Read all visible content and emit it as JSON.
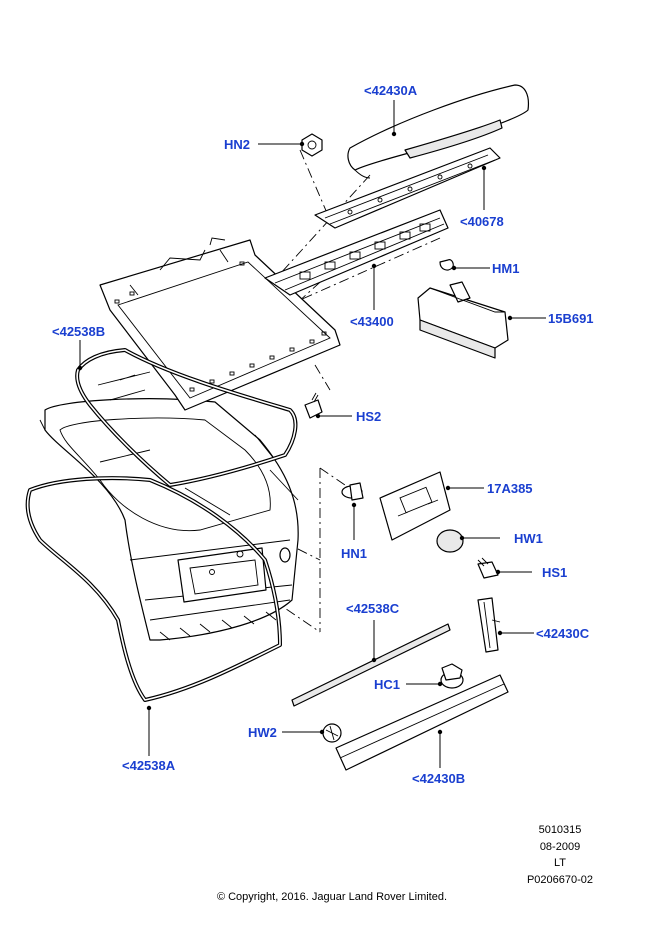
{
  "labels": {
    "l42430A": "<42430A",
    "lHN2": "HN2",
    "l40678": "<40678",
    "lHM1": "HM1",
    "l43400": "<43400",
    "l15B691": "15B691",
    "l42538B": "<42538B",
    "lHS2": "HS2",
    "l17A385": "17A385",
    "lHN1": "HN1",
    "lHW1": "HW1",
    "lHS1": "HS1",
    "l42538C": "<42538C",
    "l42430C": "<42430C",
    "lHC1": "HC1",
    "lHW2": "HW2",
    "l42430B": "<42430B",
    "l42538A": "<42538A"
  },
  "footer": {
    "ref_number": "5010315",
    "date": "08-2009",
    "code": "LT",
    "illustration_id": "P0206670-02",
    "copyright": "© Copyright, 2016. Jaguar Land Rover Limited."
  },
  "colors": {
    "callout": "#1a3fd0",
    "line": "#000000",
    "background": "#ffffff"
  }
}
